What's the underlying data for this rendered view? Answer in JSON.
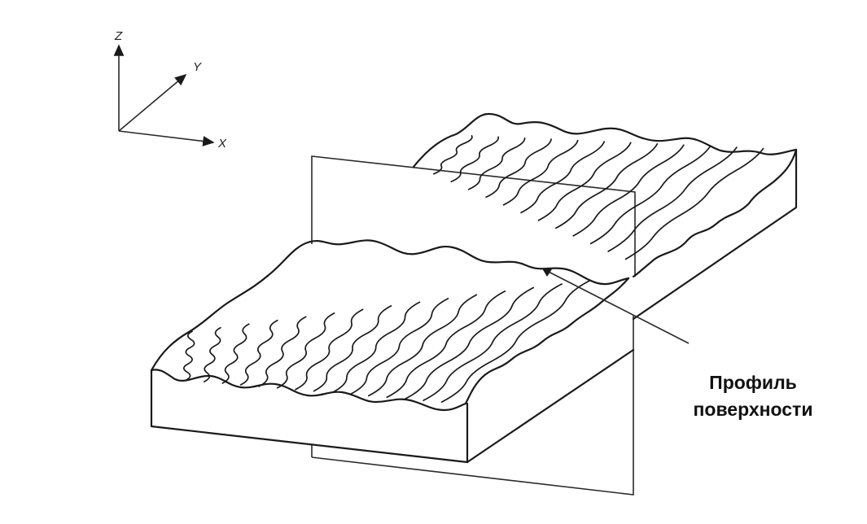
{
  "axes": {
    "z": "Z",
    "y": "Y",
    "x": "X"
  },
  "callout": {
    "line1": "Профиль",
    "line2": "поверхности"
  },
  "colors": {
    "ink": "#1a1a1a",
    "background": "#ffffff"
  },
  "icons": [
    "axis-triad",
    "cutting-plane",
    "wavy-surface-block"
  ]
}
